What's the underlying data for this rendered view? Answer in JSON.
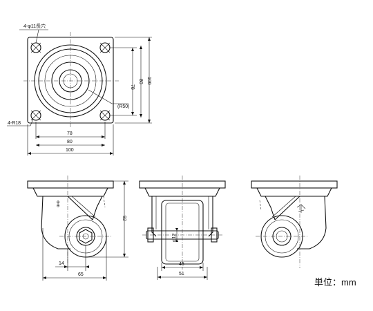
{
  "top_view": {
    "hole_note": "4-φ11長穴",
    "slot_note": "4-R18",
    "dim_78_h": "78",
    "dim_80_h": "80",
    "dim_100_h": "100",
    "dim_78_v": "78",
    "dim_80_v": "80",
    "dim_100_v": "100",
    "radius_label": "(R50)"
  },
  "side_view": {
    "dim_height": "92",
    "dim_offset": "14",
    "dim_width": "65"
  },
  "front_view": {
    "dim_axle": "φ12",
    "dim_wheel_width": "45",
    "dim_overall": "51"
  },
  "unit": "単位：mm"
}
